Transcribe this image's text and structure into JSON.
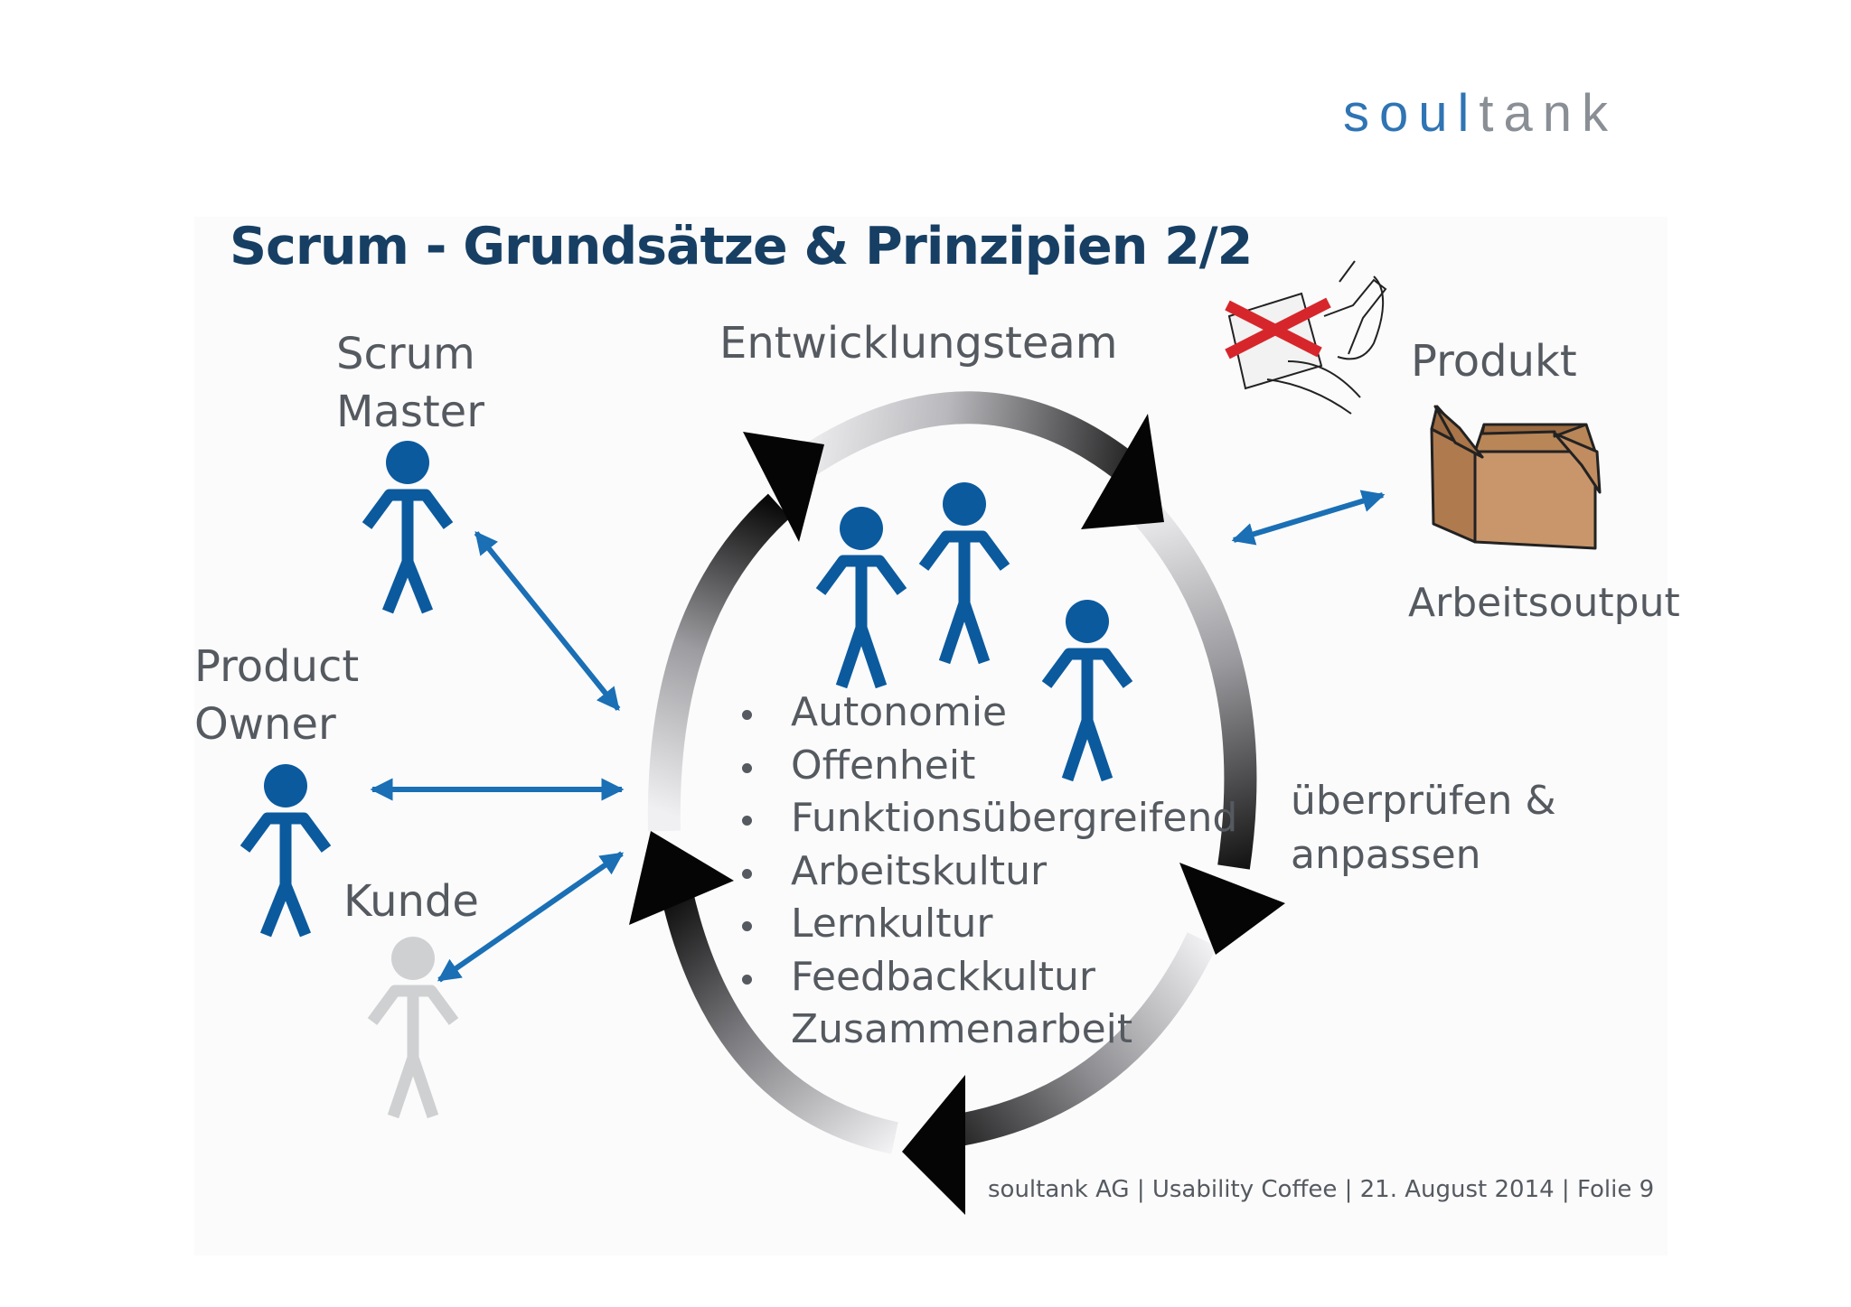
{
  "logo": {
    "part1": "soul",
    "part2": "tank"
  },
  "title": "Scrum - Grundsätze & Prinzipien 2/2",
  "roles": {
    "scrum_master_line1": "Scrum",
    "scrum_master_line2": "Master",
    "product_owner_line1": "Product",
    "product_owner_line2": "Owner",
    "customer": "Kunde",
    "dev_team": "Entwicklungsteam",
    "product": "Produkt",
    "work_output": "Arbeitsoutput"
  },
  "cycle_label": {
    "line1": "überprüfen &",
    "line2": "anpassen"
  },
  "values": [
    {
      "text": "Autonomie",
      "bullet": true
    },
    {
      "text": "Offenheit",
      "bullet": true
    },
    {
      "text": "Funktionsübergreifend",
      "bullet": true
    },
    {
      "text": "Arbeitskultur",
      "bullet": true
    },
    {
      "text": "Lernkultur",
      "bullet": true
    },
    {
      "text": "Feedbackkultur",
      "bullet": true
    },
    {
      "text": "Zusammenarbeit",
      "bullet": false
    }
  ],
  "footer": "soultank AG | Usability Coffee | 21. August 2014 | Folie 9",
  "colors": {
    "person_blue": "#0b5a9e",
    "person_grey": "#cfd0d2",
    "arrow_blue": "#1a6fb5",
    "title_blue": "#173f63",
    "text_grey": "#555a60",
    "box_brown": "#c8966a",
    "cross_red": "#d7262b"
  },
  "icons": [
    "person-icon",
    "double-arrow-icon",
    "cycle-arrow-icon",
    "cardboard-box-icon",
    "crossed-out-document-icon"
  ]
}
